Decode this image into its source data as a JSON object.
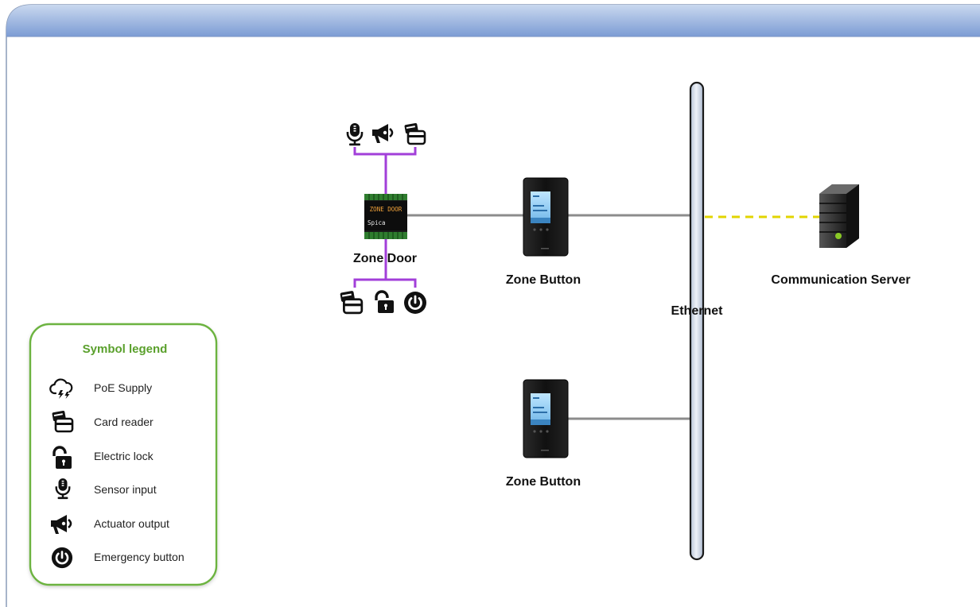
{
  "nodes": {
    "zone_door": {
      "label": "Zone Door",
      "screen_line1": "ZONE DOOR",
      "screen_line2": "Spica"
    },
    "zone_button_1": {
      "label": "Zone Button"
    },
    "zone_button_2": {
      "label": "Zone Button"
    },
    "communication_server": {
      "label": "Communication Server"
    },
    "ethernet": {
      "label": "Ethernet"
    }
  },
  "door_inputs_top": [
    "microphone-icon",
    "megaphone-icon",
    "card-reader-icon"
  ],
  "door_outputs_bottom": [
    "card-reader-icon",
    "lock-icon",
    "power-icon"
  ],
  "legend": {
    "title": "Symbol legend",
    "items": [
      {
        "icon": "cloud-bolt-icon",
        "label": "PoE Supply"
      },
      {
        "icon": "card-reader-icon",
        "label": "Card reader"
      },
      {
        "icon": "lock-icon",
        "label": "Electric lock"
      },
      {
        "icon": "microphone-icon",
        "label": "Sensor input"
      },
      {
        "icon": "megaphone-icon",
        "label": "Actuator output"
      },
      {
        "icon": "power-icon",
        "label": "Emergency button"
      }
    ]
  },
  "colors": {
    "header_gradient_top": "#c7d6ee",
    "header_gradient_bottom": "#7e9ed6",
    "frame_border": "#8a9bb8",
    "purple_link": "#a23fd9",
    "gray_link": "#8c8c8c",
    "server_link": "#e2d400",
    "legend_border": "#6cb33f",
    "legend_title": "#5aa02c",
    "ethernet_fill": "#d6deea"
  }
}
